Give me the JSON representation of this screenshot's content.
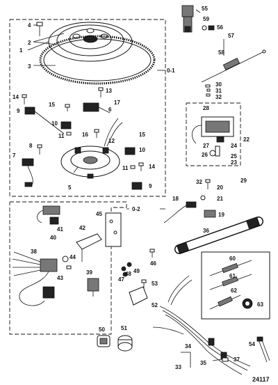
{
  "figure_number": "24117",
  "assembly_labels": [
    "0-1",
    "0-2"
  ],
  "part_labels": [
    "1",
    "2",
    "3",
    "4",
    "5",
    "6",
    "7",
    "8",
    "9",
    "10",
    "11",
    "12",
    "13",
    "14",
    "15",
    "16",
    "17",
    "18",
    "19",
    "20",
    "21",
    "22",
    "23",
    "24",
    "25",
    "26",
    "27",
    "28",
    "29",
    "30",
    "31",
    "32",
    "33",
    "34",
    "35",
    "36",
    "37",
    "38",
    "39",
    "40",
    "41",
    "42",
    "43",
    "44",
    "45",
    "46",
    "47",
    "48",
    "49",
    "50",
    "51",
    "52",
    "53",
    "54",
    "55",
    "56",
    "57",
    "58",
    "59",
    "60",
    "61",
    "62",
    "63"
  ]
}
